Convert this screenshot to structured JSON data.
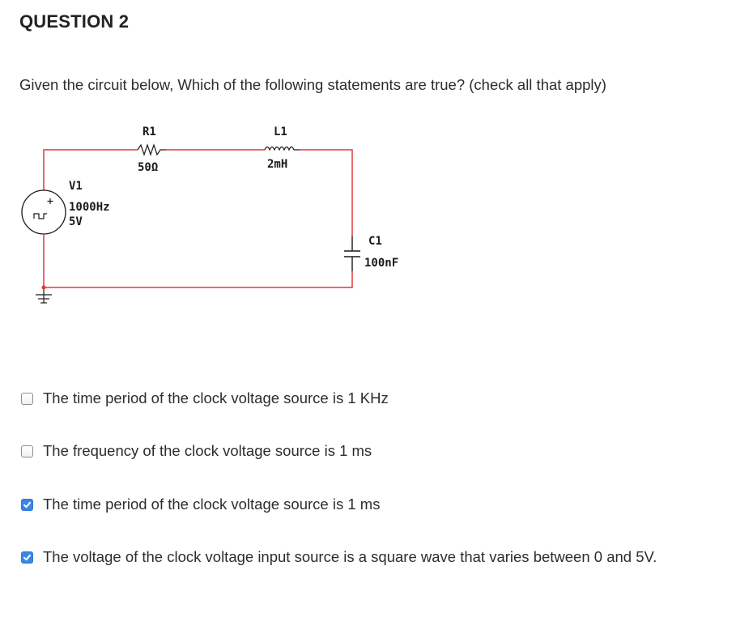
{
  "question": {
    "title": "QUESTION 2",
    "prompt": "Given the circuit below,  Which of the following statements are true? (check all that apply)"
  },
  "circuit": {
    "r1_name": "R1",
    "r1_value": "50Ω",
    "l1_name": "L1",
    "l1_value": "2mH",
    "v1_name": "V1",
    "v1_freq": "1000Hz",
    "v1_amp": "5V",
    "c1_name": "C1",
    "c1_value": "100nF",
    "wire_color": "#e03a3a"
  },
  "options": [
    {
      "label": "The time period of the clock voltage source is 1 KHz",
      "checked": false
    },
    {
      "label": "The frequency of the clock voltage source is 1 ms",
      "checked": false
    },
    {
      "label": "The time period of the clock voltage source is 1 ms",
      "checked": true
    },
    {
      "label": "The voltage of the clock voltage input source is a square wave that varies between 0 and 5V.",
      "checked": true
    }
  ],
  "colors": {
    "checkbox_checked": "#3a86e8",
    "text": "#2d2d2d"
  }
}
